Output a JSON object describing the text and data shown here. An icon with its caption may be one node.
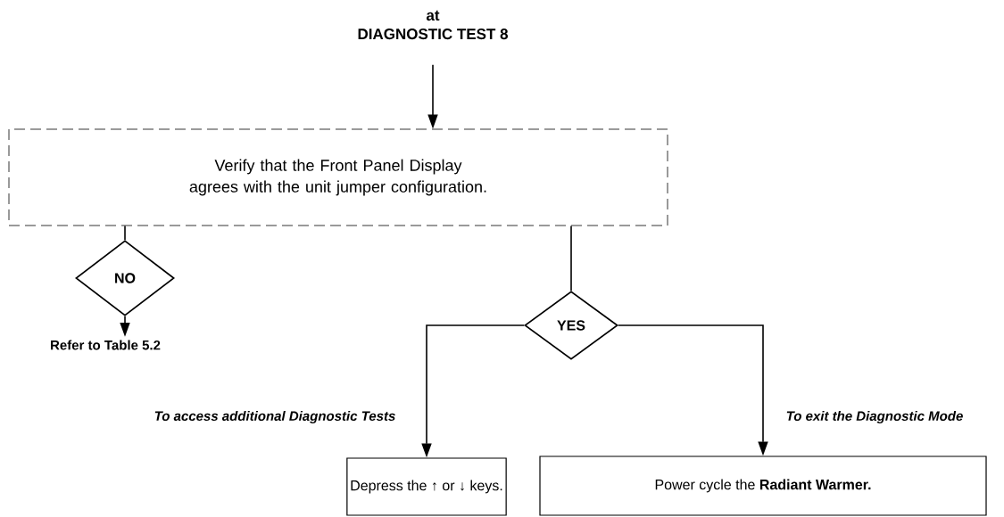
{
  "diagram": {
    "nodes": [
      {
        "text": [
          "at",
          "DIAGNOSTIC TEST 8"
        ]
      },
      {
        "text": [
          "Verify that the Front Panel Display agrees with the unit jumper configuration."
        ]
      },
      {
        "text": [
          "NO"
        ]
      },
      {
        "text": [
          "Refer  to Table 5.2"
        ]
      },
      {
        "text": [
          "YES"
        ]
      },
      {
        "text": [
          "Depress the ↑ or ↓ keys."
        ],
        "beside": [
          "To access additional Diagnostic Tests"
        ]
      },
      {
        "text": [
          "Power cycle the **Radiant Warmer.**"
        ],
        "beside": [
          "To exit the Diagnostic Mode"
        ]
      }
    ],
    "edges": [
      {
        "from": 0,
        "to": 1,
        "arrow": "to"
      },
      {
        "from": 1,
        "to": 2,
        "arrow": "none"
      },
      {
        "from": 2,
        "to": 3,
        "arrow": "to"
      },
      {
        "from": 1,
        "to": 4,
        "arrow": "none"
      },
      {
        "from": 4,
        "to": 5,
        "arrow": "to"
      },
      {
        "from": 4,
        "to": 6,
        "arrow": "to"
      }
    ]
  }
}
